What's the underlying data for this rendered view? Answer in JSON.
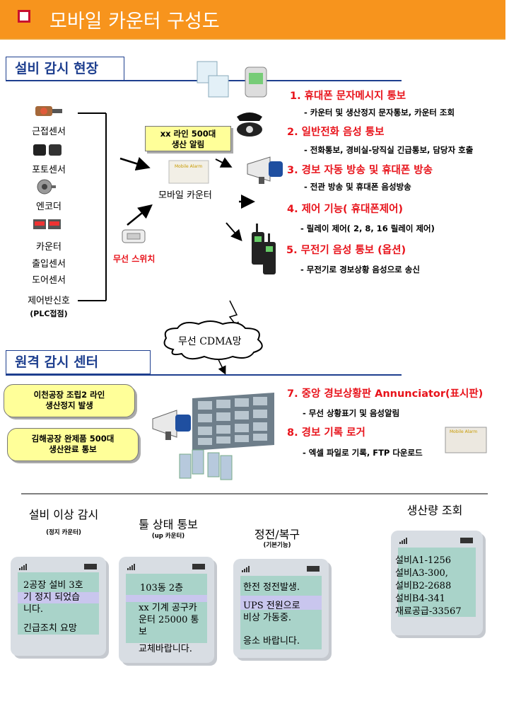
{
  "title": "모바일 카운터 구성도",
  "sections": {
    "field": "설비 감시 현장",
    "remote": "원격 감시 센터"
  },
  "sensors": [
    "근접센서",
    "포토센서",
    "엔코더",
    "카운터",
    "출입센서",
    "도어센서",
    "제어반신호",
    "(PLC접점)"
  ],
  "wireless_switch": "무선 스위치",
  "mobile_counter": "모바일 카운터",
  "bubble_top": [
    "xx 라인 500대",
    "생산 알림"
  ],
  "cloud": "무선 CDMA망",
  "bubbles_left": [
    [
      "이천공장 조립2 라인",
      "생산정지 발생"
    ],
    [
      "김해공장 완제품 500대",
      "생산완료 통보"
    ]
  ],
  "items": [
    {
      "title": "1. 휴대폰 문자메시지 통보",
      "sub": "- 카운터 및 생산정지 문자통보, 카운터 조회"
    },
    {
      "title": "2. 일반전화 음성 통보",
      "sub": "- 전화통보, 경비실-당직실 긴급통보, 담당자 호출"
    },
    {
      "title": "3. 경보 자동 방송 및 휴대폰 방송",
      "sub": "- 전관 방송 및 휴대폰 음성방송"
    },
    {
      "title": "4. 제어 기능( 휴대폰제어)",
      "sub": "- 릴레이 제어( 2, 8, 16 릴레이 제어)"
    },
    {
      "title": "5. 무전기 음성 통보 (옵션)",
      "sub": "- 무전기로 경보상황 음성으로 송신"
    },
    {
      "title": "7. 중앙 경보상황판 Annunciator(표시판)",
      "sub": "- 무선 상황표기 및 음성알림"
    },
    {
      "title": "8. 경보 기록 로거",
      "sub": "- 엑셀 파일로 기록, FTP 다운로드"
    }
  ],
  "phones": [
    {
      "caption": "설비 이상 감시",
      "sub": "(정지 카운터)",
      "rows": [
        "2공장 설비 3호",
        "기 정지 되었습",
        "니다.",
        "긴급조치 요망"
      ]
    },
    {
      "caption": "툴 상태 통보",
      "sub": "(up 카운터)",
      "rows": [
        "103동 2층",
        "xx 기계 공구카",
        "운터 25000 통",
        "보",
        "교체바랍니다."
      ]
    },
    {
      "caption": "정전/복구",
      "sub": "(기본기능)",
      "rows": [
        "한전 정전발생.",
        "UPS 전원으로",
        "비상 가동중.",
        "응소 바랍니다."
      ]
    },
    {
      "caption": "생산량 조회",
      "sub": "",
      "rows": [
        "설비A1-1256",
        "설비A3-300,",
        "설비B2-2688",
        "설비B4-341",
        "재료공급-33567"
      ]
    }
  ],
  "colors": {
    "title_bg": "#f7941d",
    "section": "#1e3f8f",
    "item_title": "#e8131b",
    "bubble": "#ffff99",
    "phone": "#d8dde3",
    "band_green": "#a9d3c9",
    "band_purple": "#c9c6ee"
  }
}
